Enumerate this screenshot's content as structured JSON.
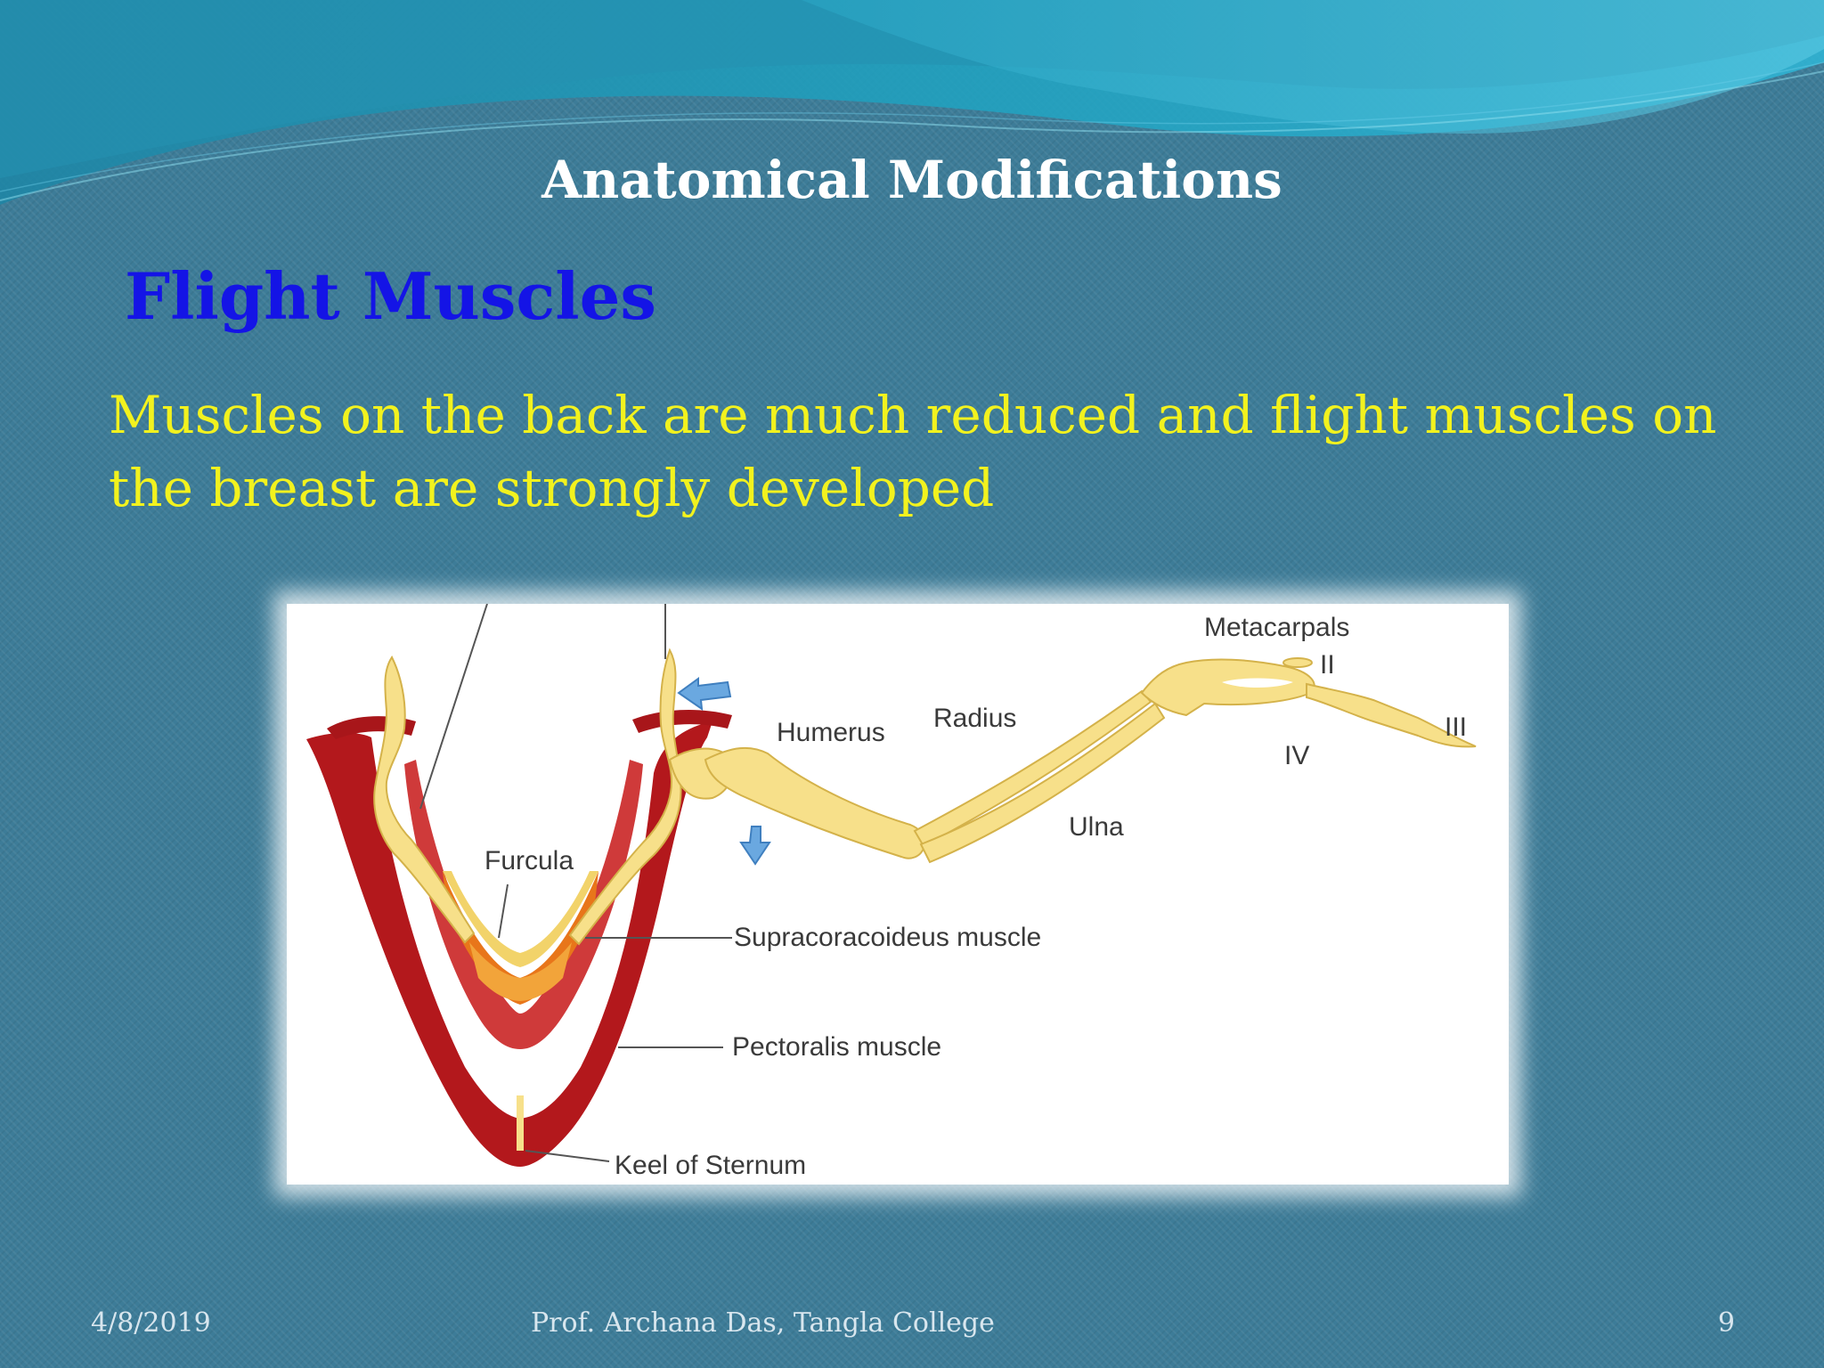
{
  "slide": {
    "title": "Anatomical Modifications",
    "subtitle": "Flight Muscles",
    "body": "Muscles on the back are much reduced and flight muscles on the breast are strongly developed"
  },
  "figure": {
    "labels": {
      "metacarpals": "Metacarpals",
      "digit_ii": "II",
      "digit_iii": "III",
      "digit_iv": "IV",
      "humerus": "Humerus",
      "radius": "Radius",
      "ulna": "Ulna",
      "furcula": "Furcula",
      "supracoracoideus": "Supracoracoideus muscle",
      "pectoralis": "Pectoralis muscle",
      "keel": "Keel of Sternum"
    }
  },
  "footer": {
    "date": "4/8/2019",
    "author": "Prof. Archana Das, Tangla College",
    "page": "9"
  },
  "colors": {
    "title": "#ffffff",
    "subtitle": "#1414e6",
    "body": "#f2f21e",
    "background": "#3d7c98",
    "pectoralis": "#b3181c",
    "bone": "#f7e08a",
    "supracoracoideus": "#e8761a",
    "arrow": "#6aa8e0"
  }
}
